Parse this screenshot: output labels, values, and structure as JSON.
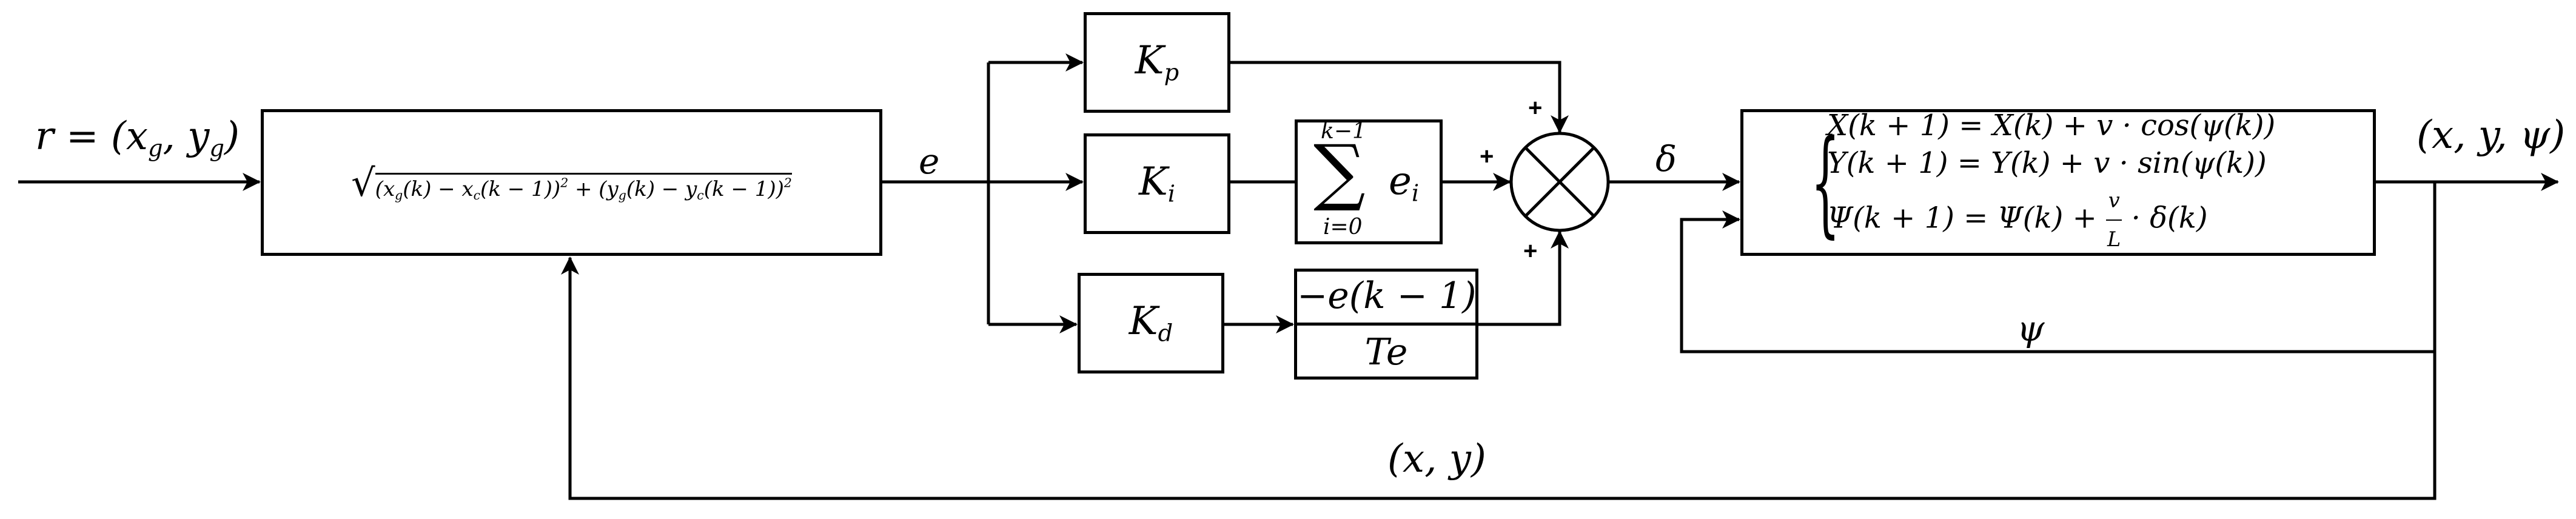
{
  "labels": {
    "reference": "r = (x_g, y_g)",
    "error": "e",
    "delta": "δ",
    "output": "(x, y, ψ)",
    "psi_feedback": "ψ",
    "xy_feedback": "(x, y)"
  },
  "blocks": {
    "distance": "√((x_g(k) − x_c(k−1))² + (y_g(k) − y_c(k−1))²)",
    "kp": "K_p",
    "ki": "K_i",
    "kd": "K_d",
    "sum_upper": "k−1",
    "sum_lower": "i=0",
    "sum_term": "e_i",
    "diff_num": "−e(k − 1)",
    "diff_den": "Te",
    "plant_eq1": "X(k + 1) = X(k) + v · cos(ψ(k))",
    "plant_eq2": "Y(k + 1) = Y(k) + v · sin(ψ(k))",
    "plant_eq3": "Ψ(k + 1) = Ψ(k) + v/L · δ(k)"
  },
  "signs": {
    "top": "+",
    "left": "+",
    "bottom": "+"
  }
}
